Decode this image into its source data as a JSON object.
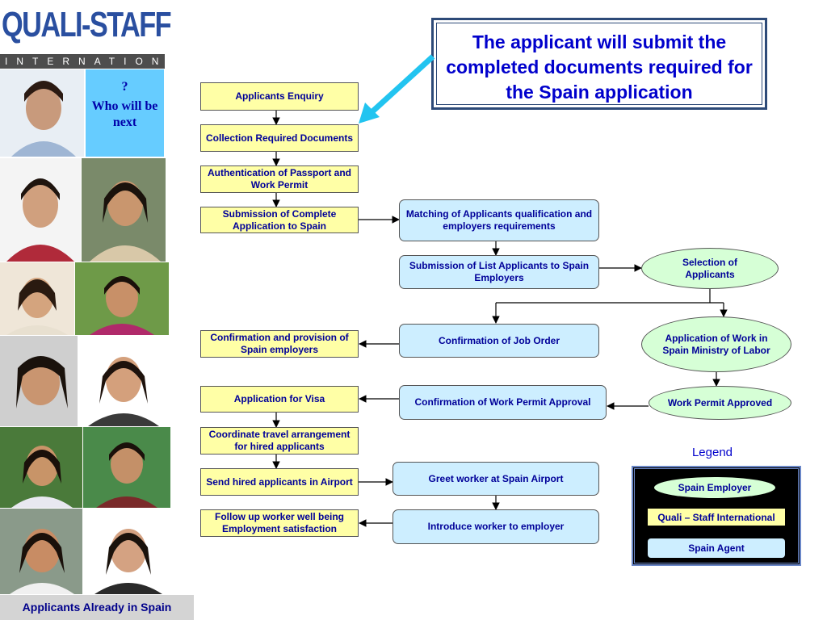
{
  "logo": {
    "title": "QUALI-STAFF",
    "subtitle": "INTERNATIONAL"
  },
  "who_box": {
    "question": "?",
    "text": "Who will be next"
  },
  "bottom_label": "Applicants Already in Spain",
  "callout": "The applicant will submit the completed documents required for the Spain application",
  "steps": {
    "enquiry": "Applicants Enquiry",
    "collection": "Collection Required Documents",
    "authentication": "Authentication of Passport and Work Permit",
    "submission": "Submission of Complete Application to Spain",
    "matching": "Matching of Applicants qualification and employers requirements",
    "submission_list": "Submission of List  Applicants to Spain Employers",
    "selection": "Selection of Applicants",
    "application_labor": "Application of Work in Spain Ministry of Labor",
    "job_order": "Confirmation of Job  Order",
    "confirm_provision": "Confirmation and provision of Spain employers",
    "work_permit_approved": "Work Permit Approved",
    "confirm_work_permit": "Confirmation of Work Permit Approval",
    "visa": "Application for Visa",
    "travel": "Coordinate travel arrangement for hired applicants",
    "send_airport": "Send hired applicants in Airport",
    "greet": "Greet worker at Spain Airport",
    "follow_up": "Follow up worker well being Employment satisfaction",
    "introduce": "Introduce worker to employer"
  },
  "legend": {
    "title": "Legend",
    "items": [
      {
        "label": "Spain Employer",
        "color": "#d6ffd6"
      },
      {
        "label": "Quali – Staff International",
        "color": "#ffffa6"
      },
      {
        "label": "Spain Agent",
        "color": "#cdeeff"
      }
    ]
  },
  "colors": {
    "text_blue": "#000099",
    "callout_text": "#0000cc",
    "yellow": "#ffffa6",
    "light_blue": "#cdeeff",
    "light_green": "#d6ffd6",
    "arrow_cyan": "#22c4f0"
  }
}
